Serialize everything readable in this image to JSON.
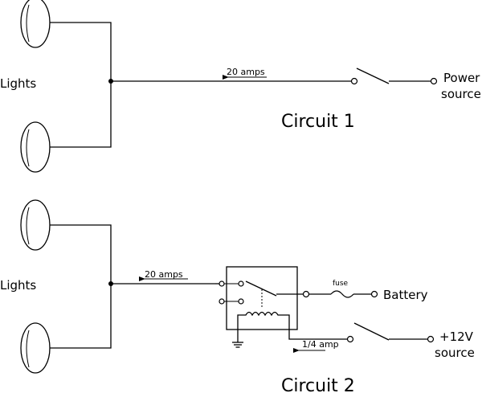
{
  "circuit1": {
    "title": "Circuit 1",
    "lights_label": "Lights",
    "current_label": "20 amps",
    "source_label_line1": "Power",
    "source_label_line2": "source"
  },
  "circuit2": {
    "title": "Circuit 2",
    "lights_label": "Lights",
    "current_label": "20 amps",
    "fuse_label": "fuse",
    "battery_label": "Battery",
    "coil_current_label": "1/4 amp",
    "source_label_line1": "+12V",
    "source_label_line2": "source"
  }
}
